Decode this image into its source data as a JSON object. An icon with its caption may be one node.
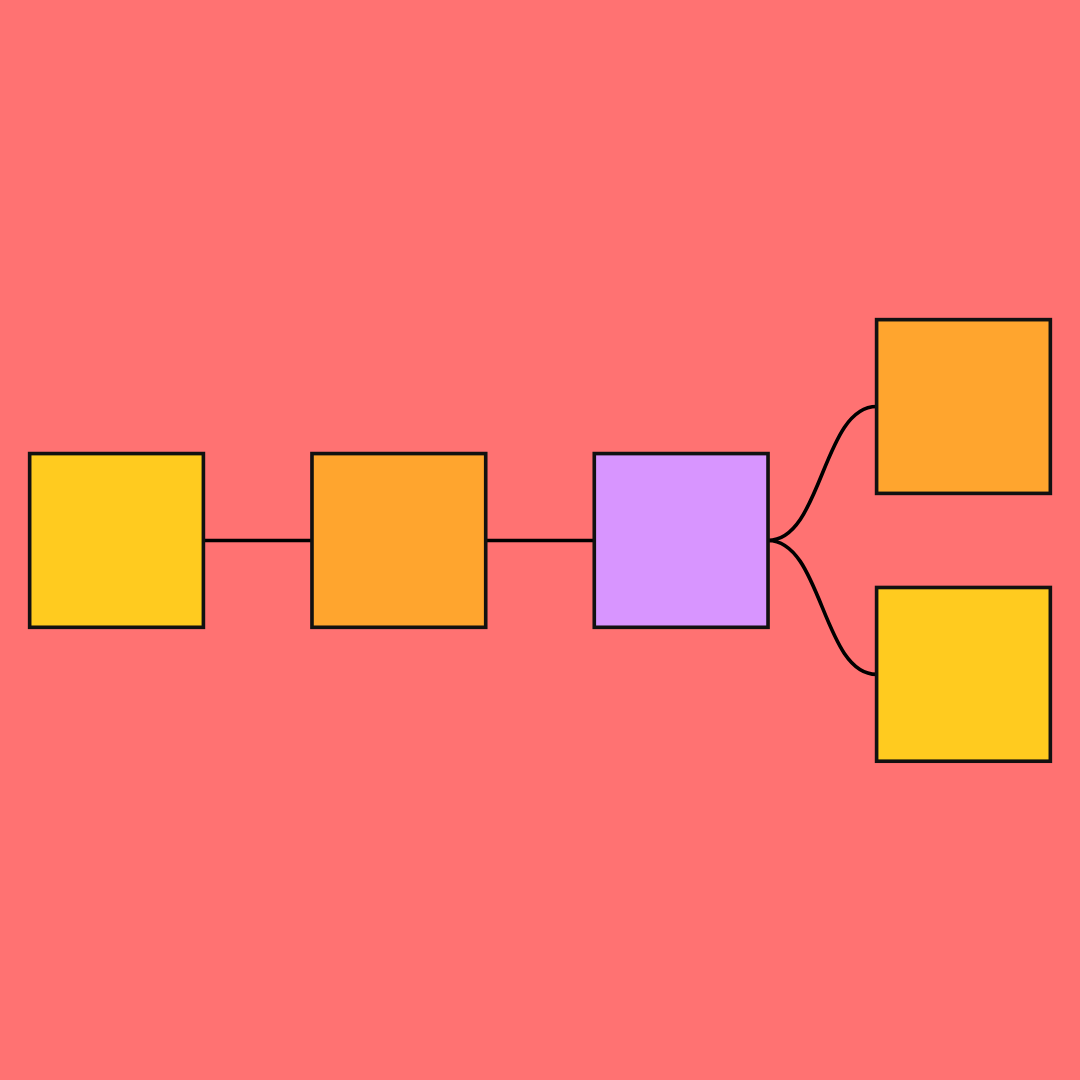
{
  "diagram": {
    "nodes": [
      {
        "text": [],
        "shape": "box"
      },
      {
        "text": [],
        "shape": "box"
      },
      {
        "text": [],
        "shape": "box"
      },
      {
        "text": [],
        "shape": "box"
      },
      {
        "text": [],
        "shape": "box"
      }
    ],
    "edges": [
      {
        "from": 0,
        "to": 1,
        "arrow": "none"
      },
      {
        "from": 1,
        "to": 2,
        "arrow": "none"
      },
      {
        "from": 2,
        "to": 3,
        "arrow": "none"
      },
      {
        "from": 2,
        "to": 4,
        "arrow": "none"
      }
    ]
  }
}
